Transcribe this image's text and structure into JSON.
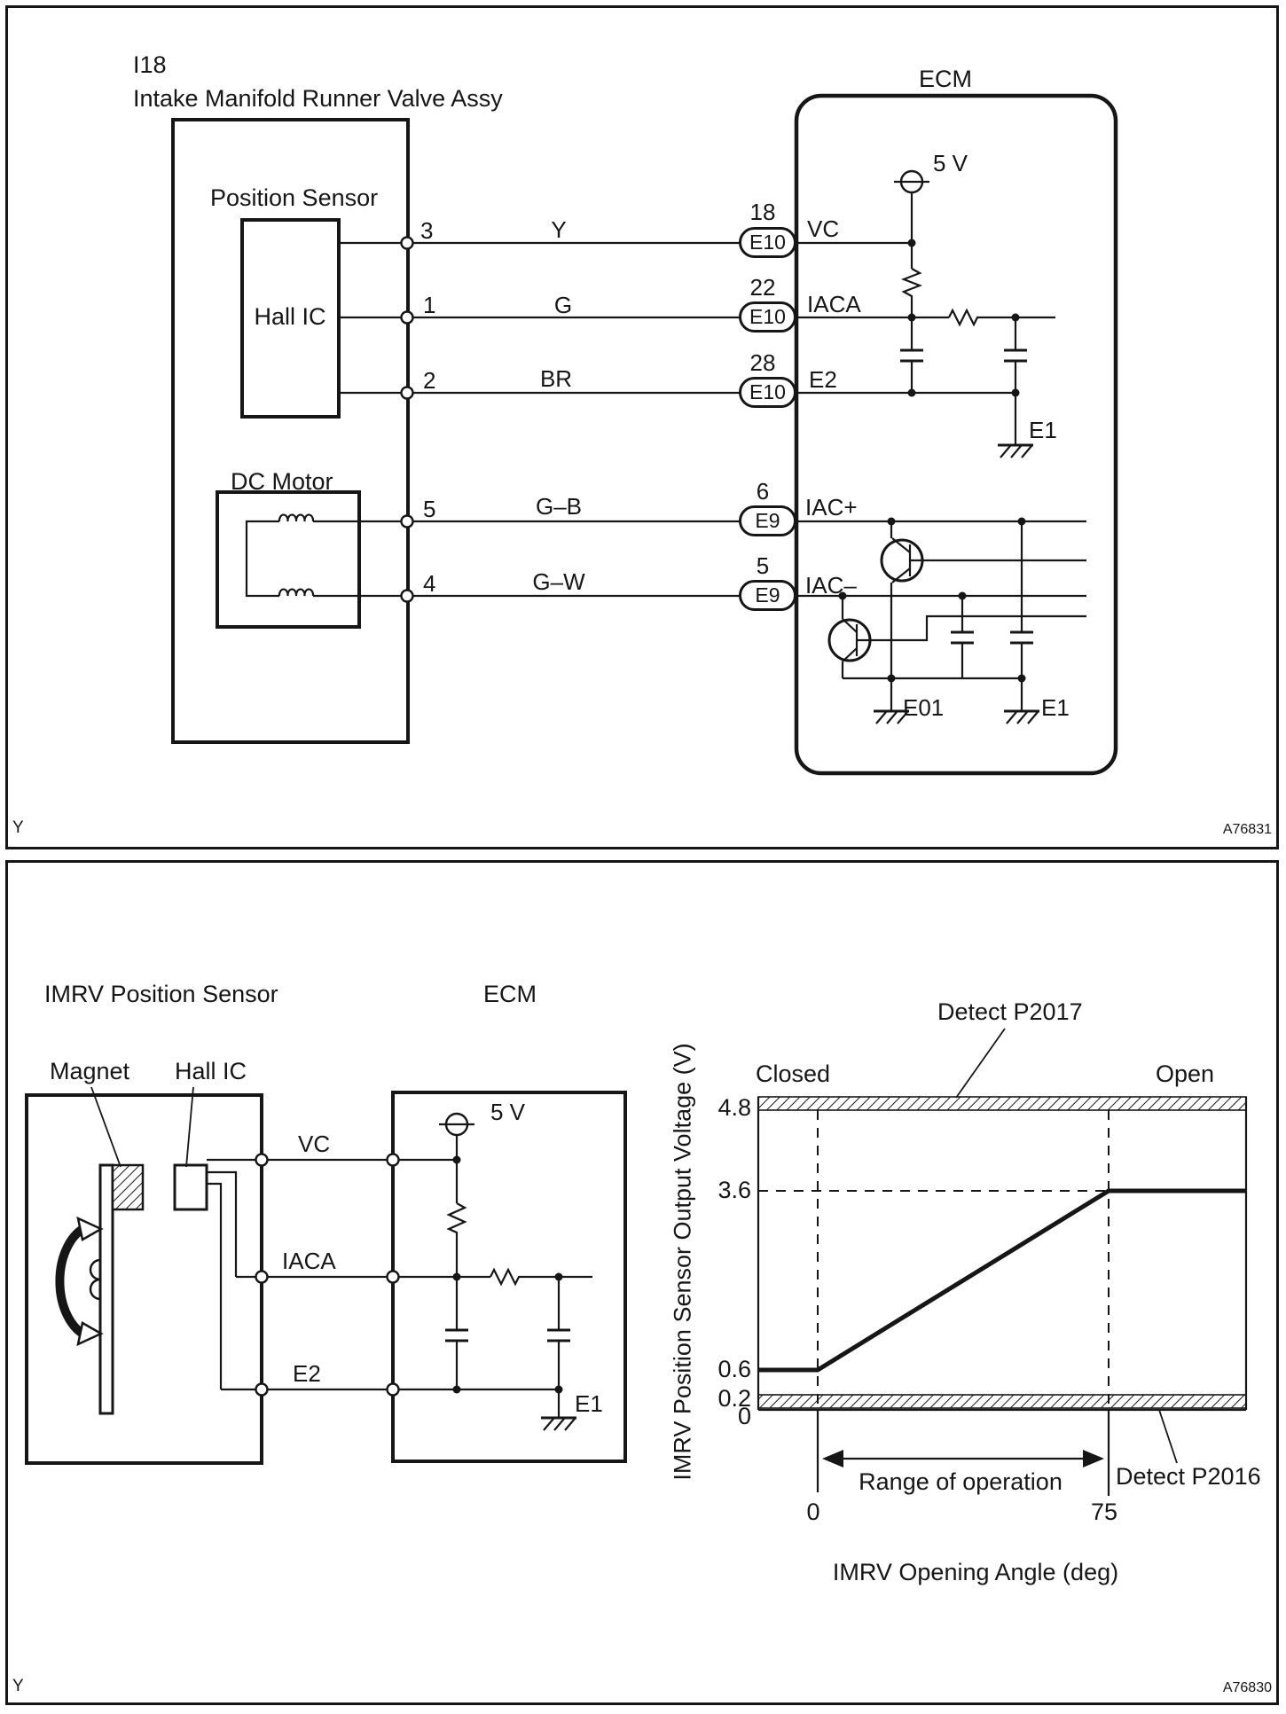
{
  "panel1": {
    "assembly_code": "I18",
    "assembly_name": "Intake Manifold Runner Valve Assy",
    "position_sensor_label": "Position Sensor",
    "hall_ic_label": "Hall IC",
    "dc_motor_label": "DC Motor",
    "ecm_label": "ECM",
    "supply_label": "5 V",
    "wires": [
      {
        "pin": "3",
        "color": "Y",
        "connector_pin": "18",
        "connector": "E10",
        "ecm_terminal": "VC"
      },
      {
        "pin": "1",
        "color": "G",
        "connector_pin": "22",
        "connector": "E10",
        "ecm_terminal": "IACA"
      },
      {
        "pin": "2",
        "color": "BR",
        "connector_pin": "28",
        "connector": "E10",
        "ecm_terminal": "E2"
      },
      {
        "pin": "5",
        "color": "G–B",
        "connector_pin": "6",
        "connector": "E9",
        "ecm_terminal": "IAC+"
      },
      {
        "pin": "4",
        "color": "G–W",
        "connector_pin": "5",
        "connector": "E9",
        "ecm_terminal": "IAC–"
      }
    ],
    "ground_e1_upper": "E1",
    "ground_e01": "E01",
    "ground_e1_lower": "E1",
    "footer_left": "Y",
    "figure_code": "A76831"
  },
  "panel2": {
    "sensor_title": "IMRV Position Sensor",
    "ecm_label": "ECM",
    "magnet_label": "Magnet",
    "hall_ic_label": "Hall IC",
    "supply_label": "5 V",
    "terminal_vc": "VC",
    "terminal_iaca": "IACA",
    "terminal_e2": "E2",
    "ground_label": "E1",
    "footer_left": "Y",
    "figure_code": "A76830"
  },
  "chart_data": {
    "type": "line",
    "xlabel": "IMRV Opening Angle (deg)",
    "ylabel": "IMRV Position Sensor Output Voltage (V)",
    "x_ticks": [
      "0",
      "75"
    ],
    "y_ticks": [
      "0",
      "0.2",
      "0.6",
      "3.6",
      "4.8"
    ],
    "ylim": [
      0,
      5.1
    ],
    "series": [
      {
        "name": "IMRV position sensor output voltage",
        "x": [
          -15,
          0,
          75,
          110
        ],
        "y": [
          0.6,
          0.6,
          3.6,
          3.6
        ],
        "note": "flat 0.6 V left of 0 deg, linear 0.6 to 3.6 V between 0 and 75 deg, flat 3.6 V beyond 75 deg"
      }
    ],
    "bands": [
      {
        "label": "Detect P2017",
        "y_range": [
          4.8,
          5.1
        ],
        "position": "top",
        "style": "hatched"
      },
      {
        "label": "Detect P2016",
        "y_range": [
          0,
          0.2
        ],
        "position": "bottom",
        "style": "hatched"
      }
    ],
    "annotations": {
      "closed": "Closed",
      "open": "Open",
      "range_label": "Range of operation",
      "range_x": [
        0,
        75
      ]
    },
    "dashed_guides": {
      "x": [
        0,
        75
      ],
      "y": [
        3.6
      ]
    },
    "legend": false,
    "grid": false
  }
}
